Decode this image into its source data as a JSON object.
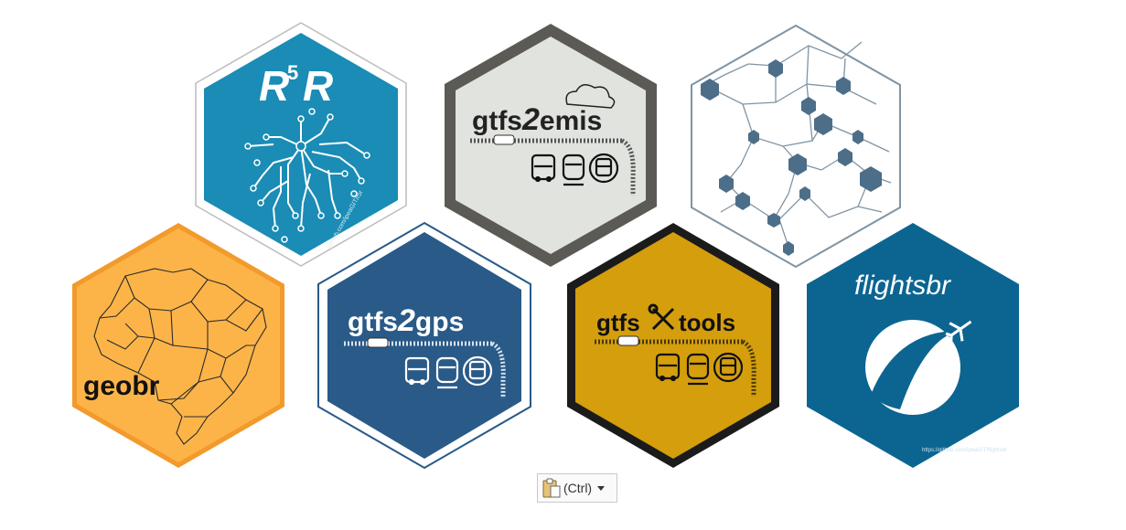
{
  "stickers": {
    "r5r": {
      "title": "R",
      "title_sup": "5",
      "title_end": "R",
      "url": "github.com/ipeaGIT/r5r",
      "bg": "#1a8cb5"
    },
    "gtfs2emis": {
      "name_a": "gtfs",
      "name_2": "2",
      "name_b": "emis",
      "bg": "#e1e3df",
      "border": "#5b5a55"
    },
    "network": {
      "bg": "#ffffff",
      "node": "#4d6e88"
    },
    "geobr": {
      "name": "geobr",
      "bg": "#fcb448",
      "border": "#f29a2c"
    },
    "gtfs2gps": {
      "name_a": "gtfs",
      "name_2": "2",
      "name_b": "gps",
      "bg": "#295a88"
    },
    "gtfstools": {
      "name_a": "gtfs",
      "name_b": "tools",
      "bg": "#d49e0c",
      "border": "#1b1b1b"
    },
    "flightsbr": {
      "name": "flightsbr",
      "url": "https://github.com/ipeaGIT/flightsbr",
      "bg": "#0c6591"
    }
  },
  "paste_options": {
    "label": "(Ctrl)",
    "icon": "clipboard-icon"
  }
}
